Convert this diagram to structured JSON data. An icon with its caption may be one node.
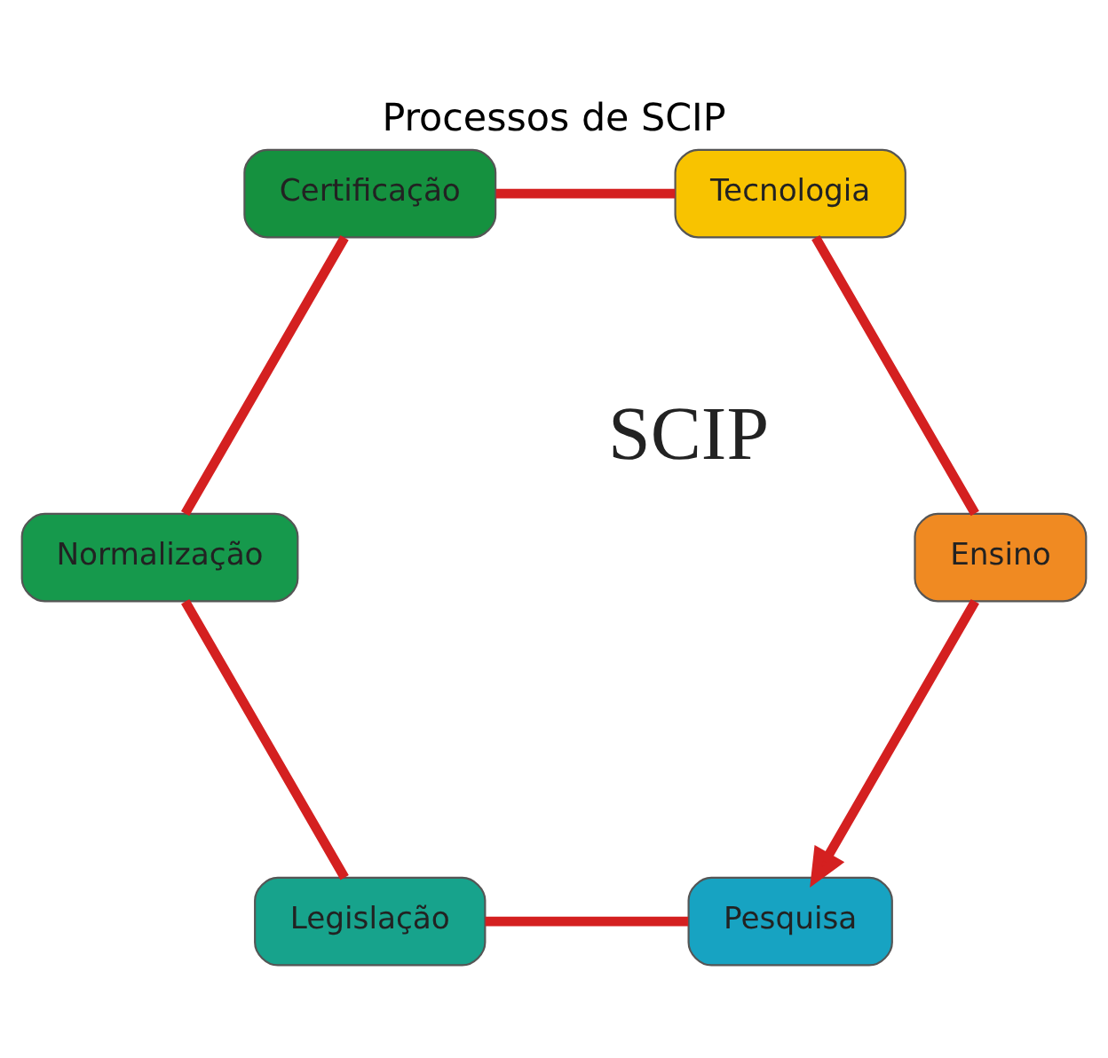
{
  "diagram": {
    "title": "Processos de SCIP",
    "nodes": [
      {
        "text": [
          "Pesquisa"
        ]
      },
      {
        "text": [
          "Legislação"
        ]
      },
      {
        "text": [
          "Normalização"
        ]
      },
      {
        "text": [
          "Certificação"
        ]
      },
      {
        "text": [
          "Tecnologia"
        ]
      },
      {
        "text": [
          "Ensino"
        ]
      }
    ],
    "edges": [
      {
        "from": 0,
        "to": 1,
        "arrow": "none"
      },
      {
        "from": 1,
        "to": 2,
        "arrow": "none"
      },
      {
        "from": 2,
        "to": 3,
        "arrow": "none"
      },
      {
        "from": 3,
        "to": 4,
        "arrow": "none"
      },
      {
        "from": 4,
        "to": 5,
        "arrow": "none"
      },
      {
        "from": 5,
        "to": 0,
        "arrow": "to"
      }
    ],
    "labels": [
      "SCIP"
    ]
  }
}
